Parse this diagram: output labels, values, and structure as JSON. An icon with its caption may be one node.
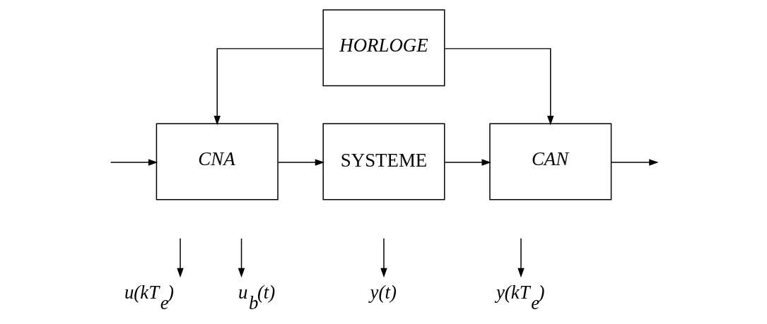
{
  "diagram": {
    "nodes": [
      {
        "text": [
          "HORLOGE"
        ]
      },
      {
        "text": [
          "CNA"
        ]
      },
      {
        "text": [
          "SYSTEME"
        ]
      },
      {
        "text": [
          "CAN"
        ]
      },
      {
        "text": [
          "u(kT$_{e}$)"
        ]
      },
      {
        "text": [
          "u$_{b}$(t)"
        ]
      },
      {
        "text": [
          "y(t)"
        ]
      },
      {
        "text": [
          "y(kT$_{e}$)"
        ]
      }
    ],
    "edges": [
      {
        "from": 0,
        "to": 1,
        "arrow": "to"
      },
      {
        "from": 0,
        "to": 3,
        "arrow": "to"
      },
      {
        "from": null,
        "to": 1,
        "arrow": "to"
      },
      {
        "from": 1,
        "to": 2,
        "arrow": "to"
      },
      {
        "from": 2,
        "to": 3,
        "arrow": "to"
      },
      {
        "from": 3,
        "to": null,
        "arrow": "to"
      },
      {
        "from": null,
        "to": 4,
        "arrow": "to"
      },
      {
        "from": null,
        "to": 5,
        "arrow": "to"
      },
      {
        "from": null,
        "to": 6,
        "arrow": "to"
      },
      {
        "from": null,
        "to": 7,
        "arrow": "to"
      }
    ]
  }
}
